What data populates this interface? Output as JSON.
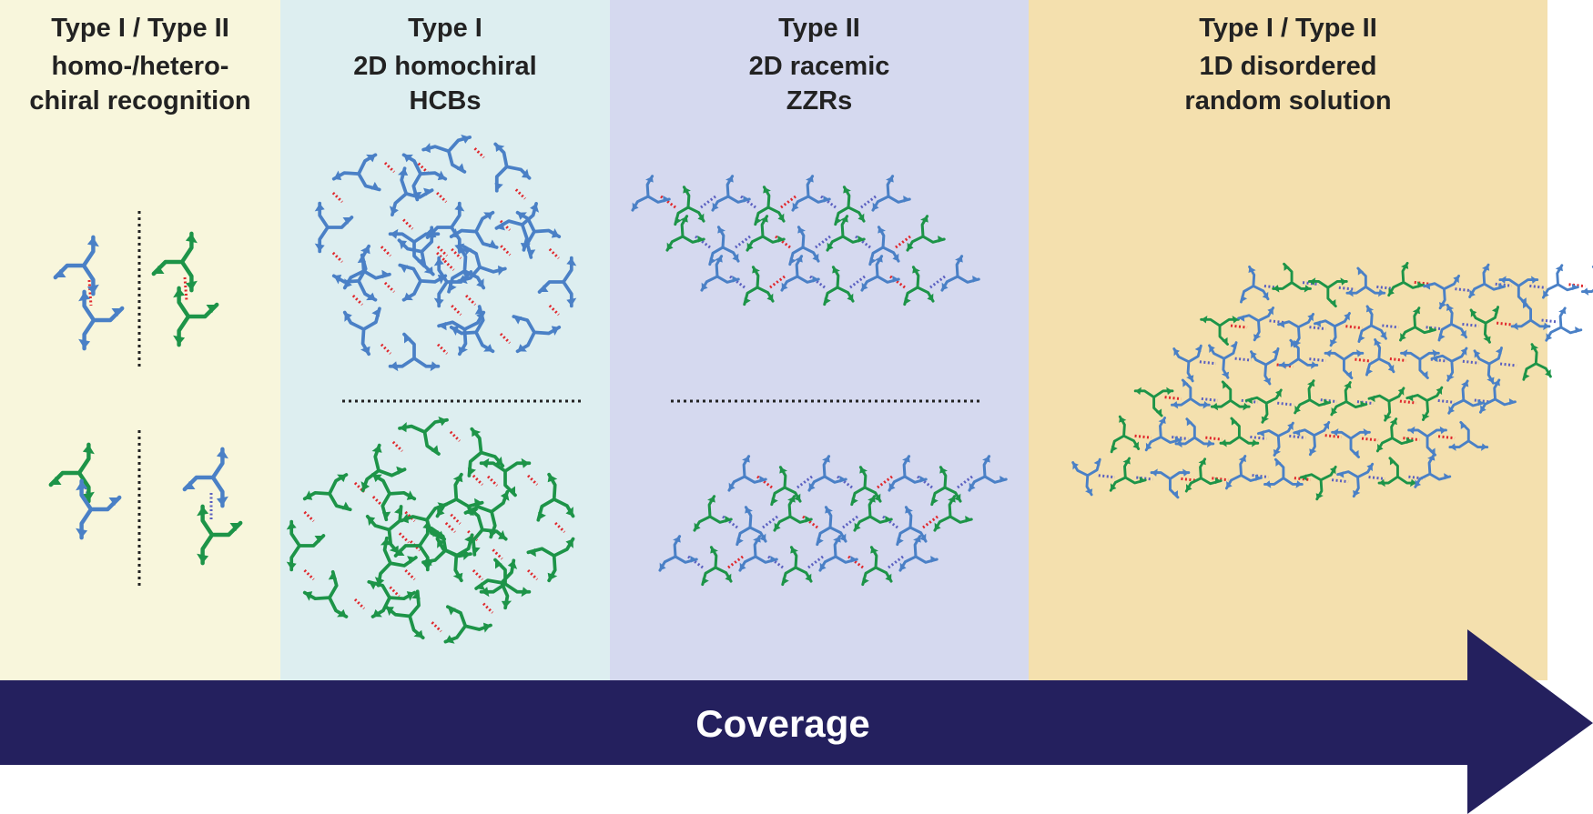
{
  "panels": [
    {
      "line1": "Type I / Type II",
      "line2": "homo-/hetero-",
      "line3": "chiral recognition"
    },
    {
      "line1": "Type I",
      "line2": "2D homochiral",
      "line3": "HCBs"
    },
    {
      "line1": "Type II",
      "line2": "2D racemic",
      "line3": "ZZRs"
    },
    {
      "line1": "Type I / Type II",
      "line2": "1D disordered",
      "line3": "random solution"
    }
  ],
  "arrow": {
    "label": "Coverage"
  },
  "colors": {
    "panel1": "#f8f6dc",
    "panel2": "#ddeef0",
    "panel3": "#d5d9ef",
    "panel4": "#f4e0ae",
    "arrow": "#24205e",
    "blue_molecule": "#4a80c6",
    "green_molecule": "#1d9448",
    "homochiral_bond": "#e0262b",
    "heterochiral_bond": "#5a5fc0"
  }
}
